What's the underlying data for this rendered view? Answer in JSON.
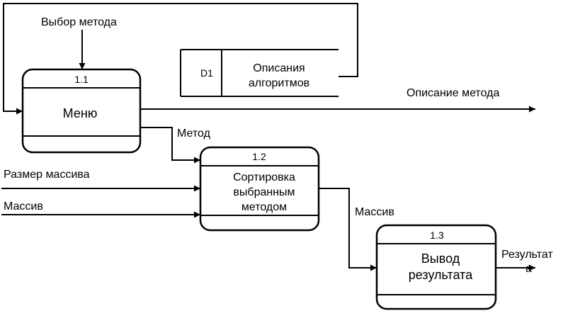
{
  "diagram": {
    "inputs": {
      "method_choice": "Выбор метода",
      "array_size": "Размер массива",
      "array": "Массив"
    },
    "flows": {
      "method_description": "Описание метода",
      "method": "Метод",
      "array_out": "Массив",
      "result_line1": "Результат",
      "result_line2": "а"
    },
    "datastore": {
      "id": "D1",
      "line1": "Описания",
      "line2": "алгоритмов"
    },
    "processes": [
      {
        "id": "1.1",
        "lines": [
          "Меню"
        ]
      },
      {
        "id": "1.2",
        "lines": [
          "Сортировка",
          "выбранным",
          "методом"
        ]
      },
      {
        "id": "1.3",
        "lines": [
          "Вывод",
          "результата"
        ]
      }
    ]
  }
}
